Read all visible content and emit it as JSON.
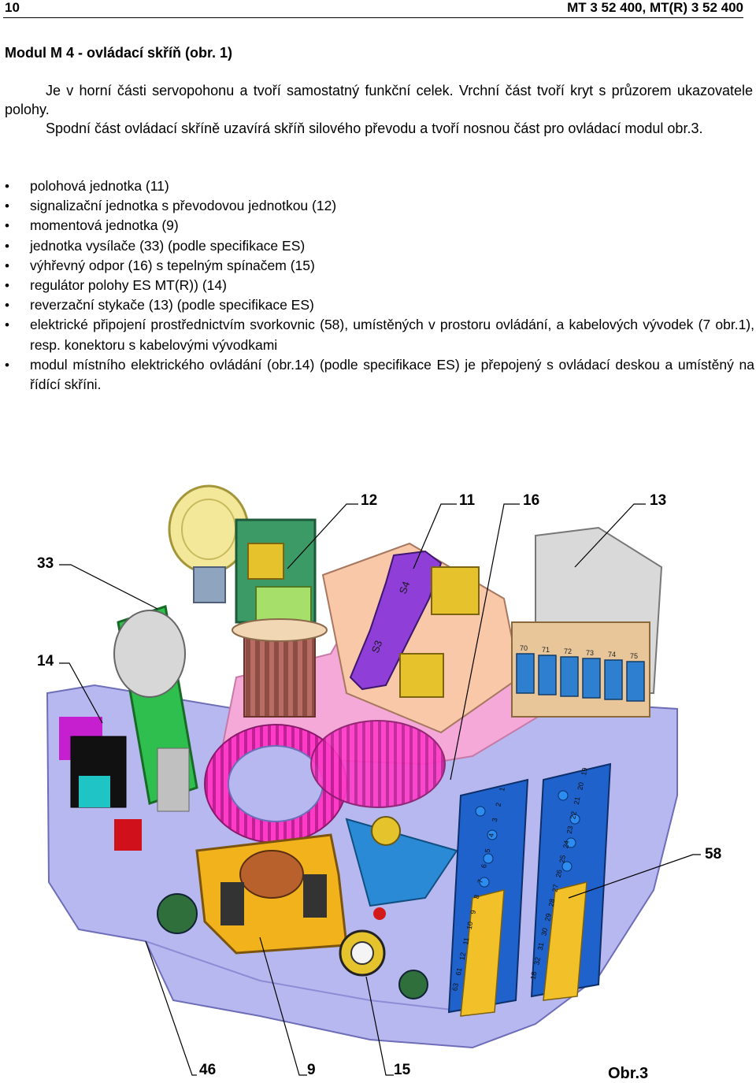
{
  "header": {
    "page_number": "10",
    "doc_code": "MT  3  52 400, MT(R)  3  52 400"
  },
  "section_title": "Modul M 4 - ovládací skříň (obr. 1)",
  "paragraphs": [
    "Je v horní části servopohonu a tvoří samostatný funkční celek. Vrchní část tvoří kryt s průzorem ukazovatele polohy.",
    "Spodní část ovládací skříně uzavírá skříň silového převodu a tvoří nosnou část pro ovládací modul obr.3."
  ],
  "bullets": [
    "polohová jednotka (11)",
    "signalizační jednotka s převodovou jednotkou (12)",
    "momentová jednotka (9)",
    "jednotka vysílače (33) (podle specifikace ES)",
    "výhřevný odpor (16) s tepelným  spínačem (15)",
    "regulátor polohy ES MT(R)) (14)",
    "reverzační stykače (13) (podle specifikace ES)",
    "elektrické připojení prostřednictvím svorkovnic (58), umístěných v prostoru ovládání, a kabelových vývodek (7 obr.1), resp. konektoru s kabelovými vývodkami",
    "modul místního elektrického ovládání (obr.14) (podle specifikace ES) je přepojený s ovládací deskou a umístěný na řídící skříni."
  ],
  "figure": {
    "callouts": [
      "12",
      "11",
      "16",
      "13",
      "33",
      "14",
      "58",
      "46",
      "9",
      "15"
    ],
    "caption": "Obr.3",
    "strip_labels": {
      "s4": "S4",
      "s3": "S3",
      "left_strip": [
        "1",
        "2",
        "3",
        "4",
        "5",
        "6",
        "7",
        "8",
        "9",
        "10",
        "11",
        "12",
        "61",
        "63"
      ],
      "right_strip": [
        "19",
        "20",
        "21",
        "22",
        "23",
        "24",
        "25",
        "26",
        "27",
        "28",
        "29",
        "30",
        "31",
        "32",
        "18"
      ],
      "relay_terminals": [
        "70",
        "71",
        "72",
        "73",
        "74",
        "75"
      ]
    }
  }
}
